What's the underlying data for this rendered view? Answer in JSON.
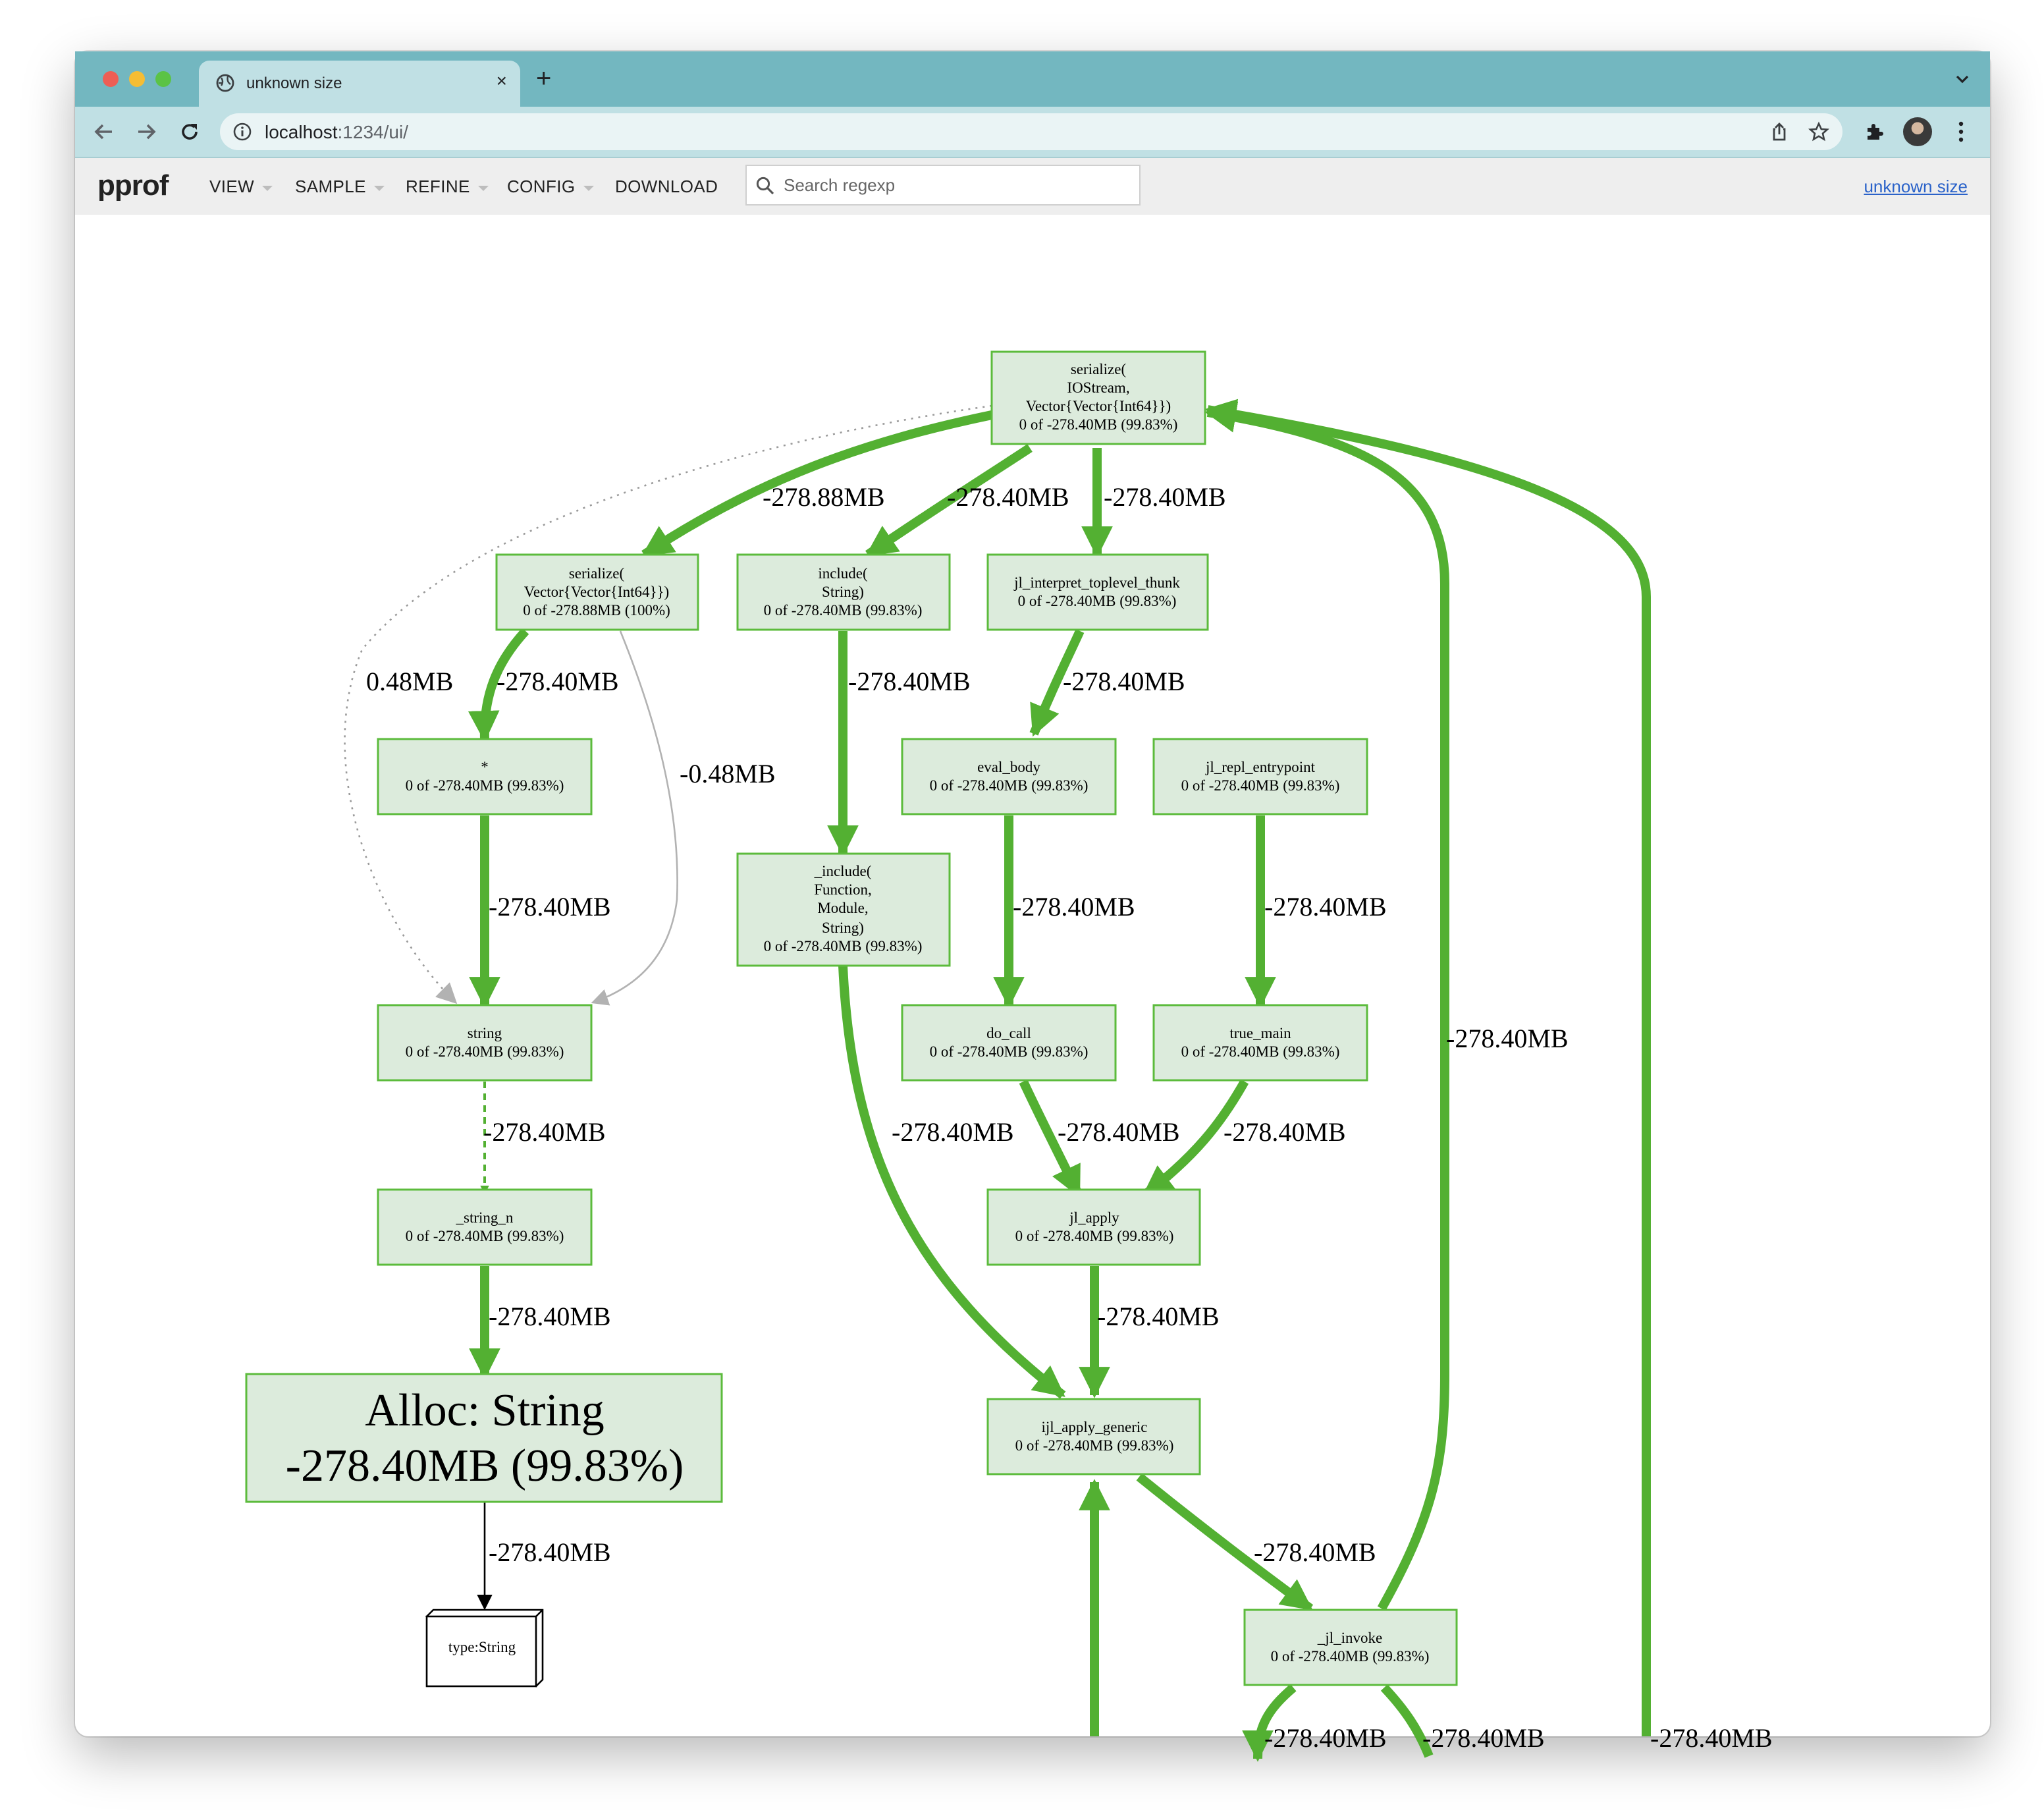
{
  "browser": {
    "tab_title": "unknown size",
    "tab_close": "×",
    "new_tab": "+",
    "url_host": "localhost",
    "url_path": ":1234/ui/",
    "icons": [
      "globe-icon",
      "back-icon",
      "forward-icon",
      "reload-icon",
      "info-icon",
      "share-icon",
      "star-icon",
      "extensions-icon",
      "kebab-menu-icon",
      "tab-list-chevron-icon"
    ]
  },
  "app": {
    "logo": "pprof",
    "menu": [
      "VIEW",
      "SAMPLE",
      "REFINE",
      "CONFIG",
      "DOWNLOAD"
    ],
    "search_placeholder": "Search regexp",
    "profile_link": "unknown size"
  },
  "colors": {
    "edge_green": "#53b032",
    "node_fill": "#dcebdc",
    "node_border": "#5cbb3c",
    "edge_grey": "#b2b2b2",
    "link_blue": "#2a62c9"
  },
  "graph": {
    "nodes": [
      {
        "id": "serialize_io",
        "lines": [
          "serialize(",
          "IOStream,",
          "Vector{Vector{Int64}})",
          "0 of -278.40MB (99.83%)"
        ]
      },
      {
        "id": "serialize_vec",
        "lines": [
          "serialize(",
          "Vector{Vector{Int64}})",
          "0 of -278.88MB (100%)"
        ]
      },
      {
        "id": "include",
        "lines": [
          "include(",
          "String)",
          "0 of -278.40MB (99.83%)"
        ]
      },
      {
        "id": "jl_interpret",
        "lines": [
          "jl_interpret_toplevel_thunk",
          "0 of -278.40MB (99.83%)"
        ]
      },
      {
        "id": "star",
        "lines": [
          "*",
          "0 of -278.40MB (99.83%)"
        ]
      },
      {
        "id": "eval_body",
        "lines": [
          "eval_body",
          "0 of -278.40MB (99.83%)"
        ]
      },
      {
        "id": "jl_repl",
        "lines": [
          "jl_repl_entrypoint",
          "0 of -278.40MB (99.83%)"
        ]
      },
      {
        "id": "include_inner",
        "lines": [
          "_include(",
          "Function,",
          "Module,",
          "String)",
          "0 of -278.40MB (99.83%)"
        ]
      },
      {
        "id": "string",
        "lines": [
          "string",
          "0 of -278.40MB (99.83%)"
        ]
      },
      {
        "id": "do_call",
        "lines": [
          "do_call",
          "0 of -278.40MB (99.83%)"
        ]
      },
      {
        "id": "true_main",
        "lines": [
          "true_main",
          "0 of -278.40MB (99.83%)"
        ]
      },
      {
        "id": "string_n",
        "lines": [
          "_string_n",
          "0 of -278.40MB (99.83%)"
        ]
      },
      {
        "id": "jl_apply",
        "lines": [
          "jl_apply",
          "0 of -278.40MB (99.83%)"
        ]
      },
      {
        "id": "alloc",
        "lines": [
          "Alloc: String",
          "-278.40MB (99.83%)"
        ]
      },
      {
        "id": "ijl_apply_generic",
        "lines": [
          "ijl_apply_generic",
          "0 of -278.40MB (99.83%)"
        ]
      },
      {
        "id": "type_string",
        "lines": [
          "type:String"
        ]
      },
      {
        "id": "jl_invoke",
        "lines": [
          "_jl_invoke",
          "0 of -278.40MB (99.83%)"
        ]
      }
    ],
    "edge_labels": [
      {
        "id": "e_io_vec",
        "text": "-278.88MB"
      },
      {
        "id": "e_io_include",
        "text": "-278.40MB"
      },
      {
        "id": "e_io_interp",
        "text": "-278.40MB"
      },
      {
        "id": "e_dotted",
        "text": "0.48MB"
      },
      {
        "id": "e_vec_star",
        "text": "-278.40MB"
      },
      {
        "id": "e_vec_string",
        "text": "-0.48MB"
      },
      {
        "id": "e_include_inner",
        "text": "-278.40MB"
      },
      {
        "id": "e_interp_eval",
        "text": "-278.40MB"
      },
      {
        "id": "e_star_string",
        "text": "-278.40MB"
      },
      {
        "id": "e_eval_docall",
        "text": "-278.40MB"
      },
      {
        "id": "e_repl_main",
        "text": "-278.40MB"
      },
      {
        "id": "e_invoke_io",
        "text": "-278.40MB"
      },
      {
        "id": "e_string_n",
        "text": "-278.40MB"
      },
      {
        "id": "e_inner_generic",
        "text": "-278.40MB"
      },
      {
        "id": "e_docall_apply",
        "text": "-278.40MB"
      },
      {
        "id": "e_main_apply",
        "text": "-278.40MB"
      },
      {
        "id": "e_n_alloc",
        "text": "-278.40MB"
      },
      {
        "id": "e_apply_generic",
        "text": "-278.40MB"
      },
      {
        "id": "e_alloc_type",
        "text": "-278.40MB"
      },
      {
        "id": "e_generic_invoke",
        "text": "-278.40MB"
      },
      {
        "id": "e_invoke_a",
        "text": "-278.40MB"
      },
      {
        "id": "e_invoke_b",
        "text": "-278.40MB"
      },
      {
        "id": "e_right",
        "text": "-278.40MB"
      }
    ]
  }
}
